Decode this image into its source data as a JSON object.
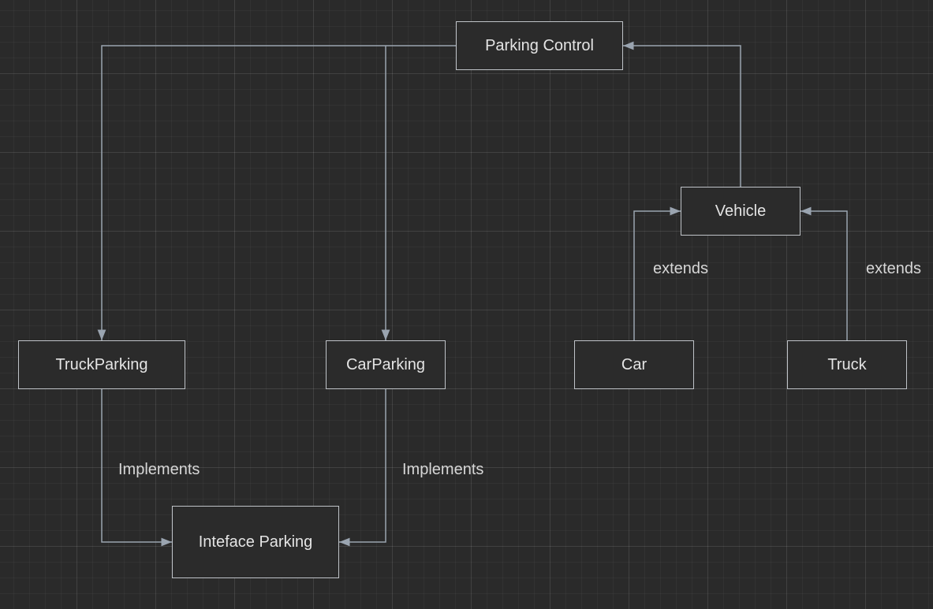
{
  "nodes": {
    "parking_control": "Parking Control",
    "vehicle": "Vehicle",
    "truck_parking": "TruckParking",
    "car_parking": "CarParking",
    "car": "Car",
    "truck": "Truck",
    "interface_parking": "Inteface Parking"
  },
  "edge_labels": {
    "car_extends": "extends",
    "truck_extends": "extends",
    "truckparking_implements": "Implements",
    "carparking_implements": "Implements"
  },
  "colors": {
    "background": "#2a2a2a",
    "line": "#9aa4b0",
    "node_border": "#bfc3c8",
    "text": "#e4e4e4"
  }
}
